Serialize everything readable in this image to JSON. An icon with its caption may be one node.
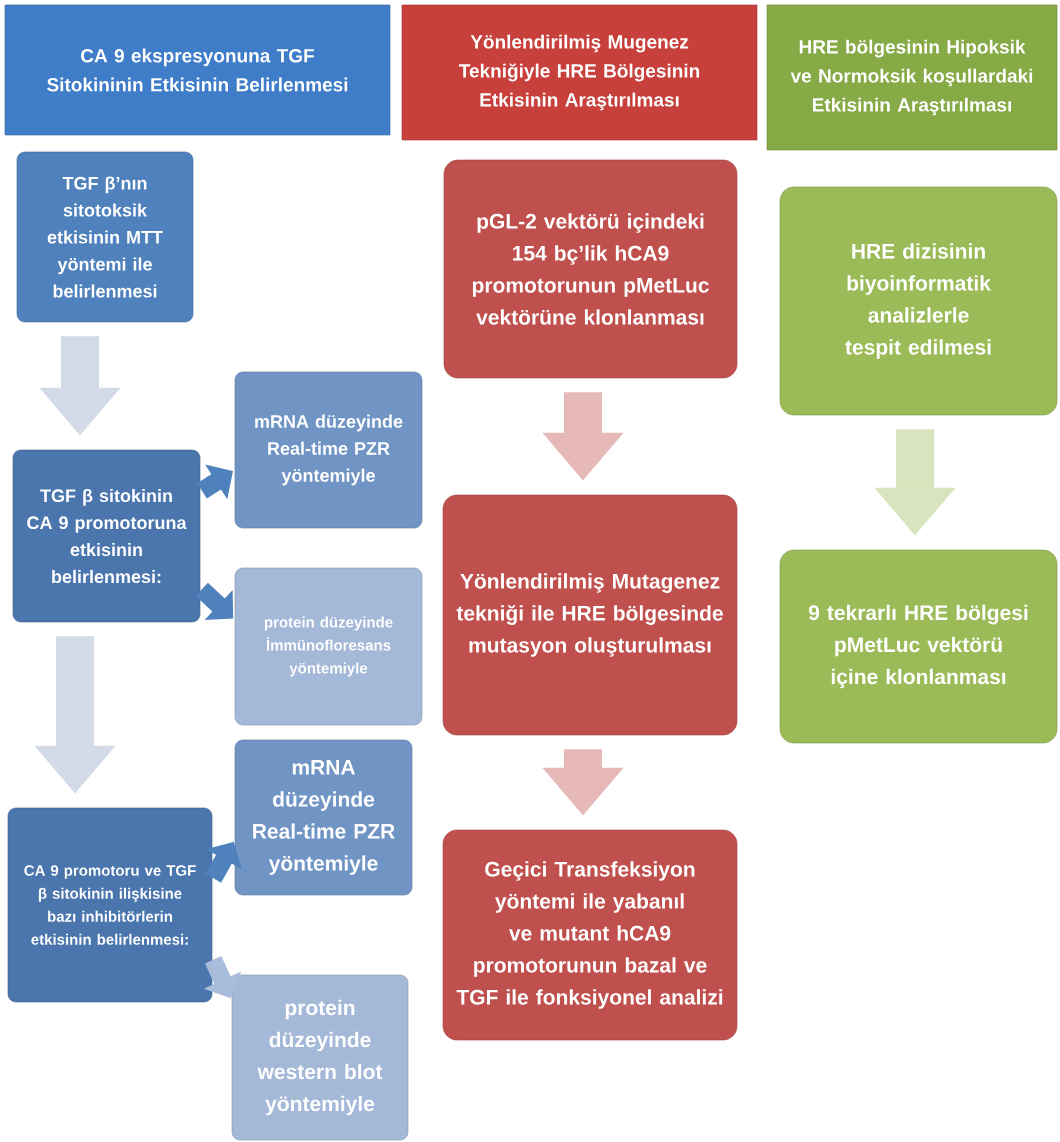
{
  "diagram": {
    "nodes": [
      {
        "text": [
          "CA 9 ekspresyonuna TGF Sitokininin Etkisinin Belirlenmesi"
        ]
      },
      {
        "text": [
          "Yönlendirilmiş Mugenez Tekniğiyle HRE Bölgesinin Etkisinin Araştırılması"
        ]
      },
      {
        "text": [
          "HRE bölgesinin Hipoksik ve Normoksik koşullardaki Etkisinin Araştırılması"
        ]
      },
      {
        "text": [
          "TGF β’nın sitotoksik etkisinin MTT yöntemi ile belirlenmesi"
        ]
      },
      {
        "text": [
          "TGF β sitokinin CA 9 promotoruna etkisinin belirlenmesi:"
        ]
      },
      {
        "text": [
          "mRNA düzeyinde Real-time PZR yöntemiyle"
        ]
      },
      {
        "text": [
          "protein düzeyinde İmmünofloresans yöntemiyle"
        ]
      },
      {
        "text": [
          "CA 9 promotoru ve TGF β sitokinin ilişkisine bazı inhibitörlerin etkisinin belirlenmesi:"
        ]
      },
      {
        "text": [
          "mRNA düzeyinde Real-time PZR yöntemiyle"
        ]
      },
      {
        "text": [
          "protein düzeyinde western blot yöntemiyle"
        ]
      },
      {
        "text": [
          "pGL-2 vektörü içindeki 154 bç’lik hCA9 promotorunun pMetLuc vektörüne klonlanması"
        ]
      },
      {
        "text": [
          "Yönlendirilmiş Mutagenez tekniği ile HRE bölgesinde mutasyon oluşturulması"
        ]
      },
      {
        "text": [
          "Geçici Transfeksiyon yöntemi ile yabanıl ve mutant hCA9 promotorunun bazal ve TGF ile fonksiyonel analizi"
        ]
      },
      {
        "text": [
          "HRE dizisinin biyoinformatik analizlerle tespit edilmesi"
        ]
      },
      {
        "text": [
          "9 tekrarlı HRE bölgesi pMetLuc vektörü içine klonlanması"
        ]
      }
    ],
    "edges": [
      {
        "from": 3,
        "to": 4,
        "arrow": "to",
        "color": "#d3dbe9"
      },
      {
        "from": 4,
        "to": 5,
        "arrow": "to",
        "color": "#4f81bd"
      },
      {
        "from": 4,
        "to": 6,
        "arrow": "to",
        "color": "#4f81bd"
      },
      {
        "from": 4,
        "to": 7,
        "arrow": "to",
        "color": "#d3dbe9"
      },
      {
        "from": 7,
        "to": 8,
        "arrow": "to",
        "color": "#4f81bd"
      },
      {
        "from": 7,
        "to": 9,
        "arrow": "to",
        "color": "#a9bcdc"
      },
      {
        "from": 10,
        "to": 11,
        "arrow": "to",
        "color": "#e6b9b8"
      },
      {
        "from": 11,
        "to": 12,
        "arrow": "to",
        "color": "#e6b9b8"
      },
      {
        "from": 13,
        "to": 14,
        "arrow": "to",
        "color": "#d7e4bd"
      }
    ]
  }
}
